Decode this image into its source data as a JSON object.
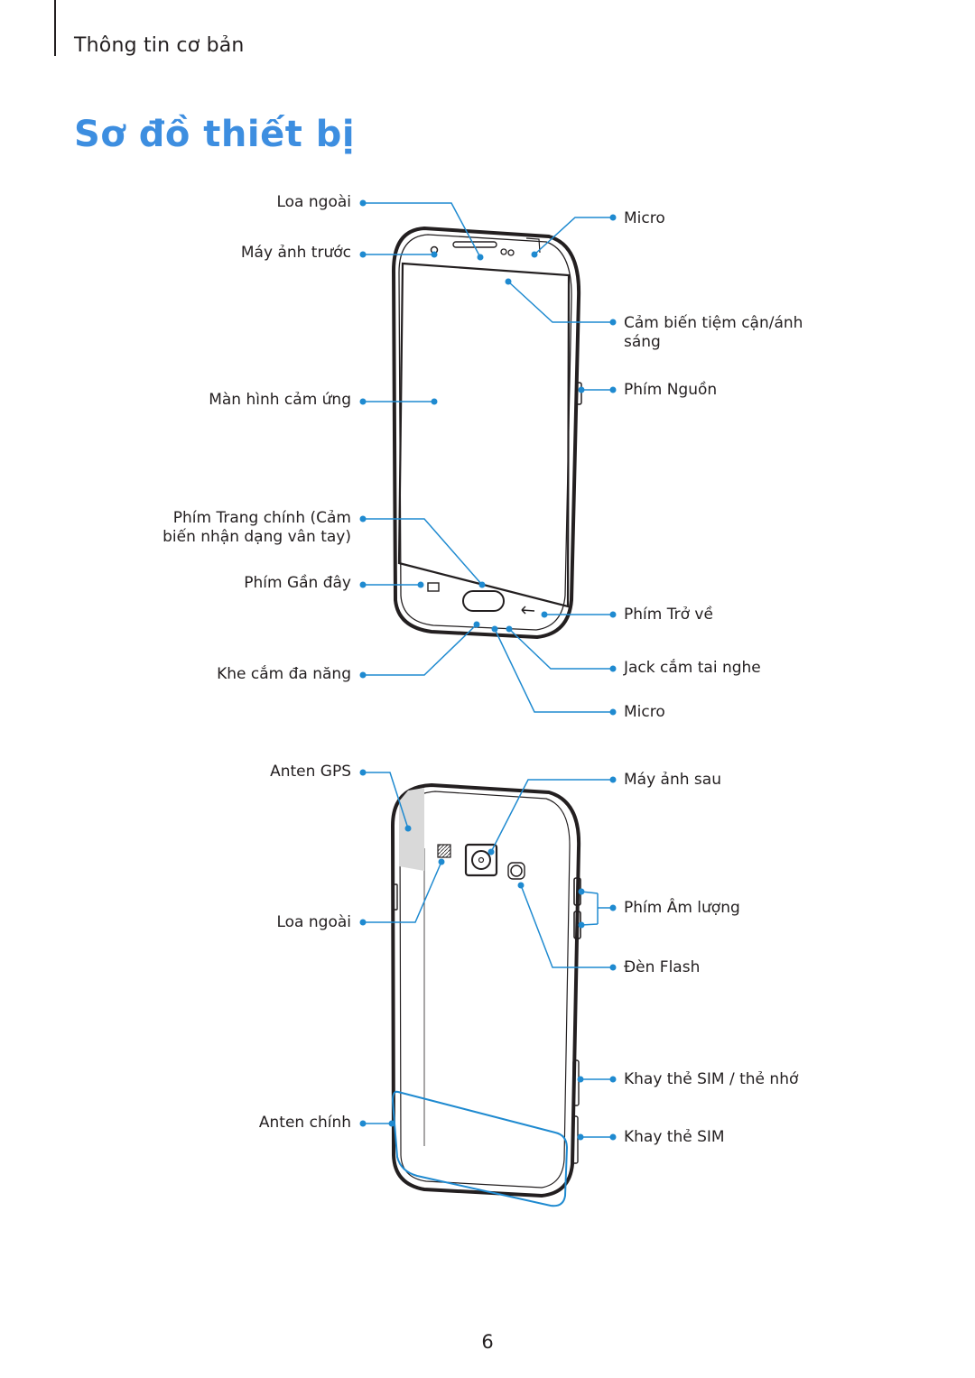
{
  "header": {
    "section": "Thông tin cơ bản"
  },
  "title": "Sơ đồ thiết bị",
  "front_labels": {
    "loudspeaker": "Loa ngoài",
    "front_camera": "Máy ảnh trước",
    "touchscreen": "Màn hình cảm ứng",
    "home_key_1": "Phím Trang chính (Cảm",
    "home_key_2": "biến nhận dạng vân tay)",
    "recents_key": "Phím Gần đây",
    "multipurpose_jack": "Khe cắm đa năng",
    "mic_top": "Micro",
    "proximity_1": "Cảm biến tiệm cận/ánh",
    "proximity_2": "sáng",
    "power_key": "Phím Nguồn",
    "back_key": "Phím Trở về",
    "earphone_jack": "Jack cắm tai nghe",
    "mic_bottom": "Micro"
  },
  "back_labels": {
    "gps_antenna": "Anten GPS",
    "speaker": "Loa ngoài",
    "main_antenna": "Anten chính",
    "rear_camera": "Máy ảnh sau",
    "volume_key": "Phím Âm lượng",
    "flash": "Đèn Flash",
    "sim_memory_tray": "Khay thẻ SIM / thẻ nhớ",
    "sim_tray": "Khay thẻ SIM"
  },
  "page_number": "6",
  "colors": {
    "accent": "#3d8ee0",
    "callout": "#1f8ad0",
    "text": "#231f20",
    "gps_area": "#d9d9d9"
  }
}
